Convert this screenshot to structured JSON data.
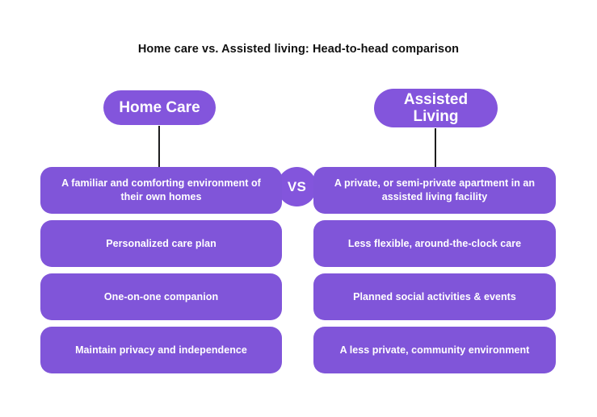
{
  "colors": {
    "background": "#ffffff",
    "accent_purple": "#8355DC",
    "card_purple": "#8055D9",
    "title_text": "#111111",
    "card_text": "#ffffff",
    "connector": "#1d1d1f",
    "chevron": "#2b3440"
  },
  "title": "Home care vs. Assisted living: Head-to-head comparison",
  "header": {
    "left_label": "Home Care",
    "vs_label": "VS",
    "right_label": "Assisted Living",
    "left_chevron_icon": "chevron-left-icon",
    "right_chevron_icon": "chevron-right-icon"
  },
  "columns": [
    {
      "name": "home-care",
      "heading": "Home Care",
      "cards": [
        "A familiar and comforting environment of their own homes",
        "Personalized care plan",
        "One-on-one companion",
        "Maintain privacy and independence"
      ]
    },
    {
      "name": "assisted-living",
      "heading": "Assisted Living",
      "cards": [
        "A private, or semi-private apartment in an assisted living facility",
        "Less flexible, around-the-clock care",
        "Planned social activities & events",
        "A less private, community environment"
      ]
    }
  ]
}
